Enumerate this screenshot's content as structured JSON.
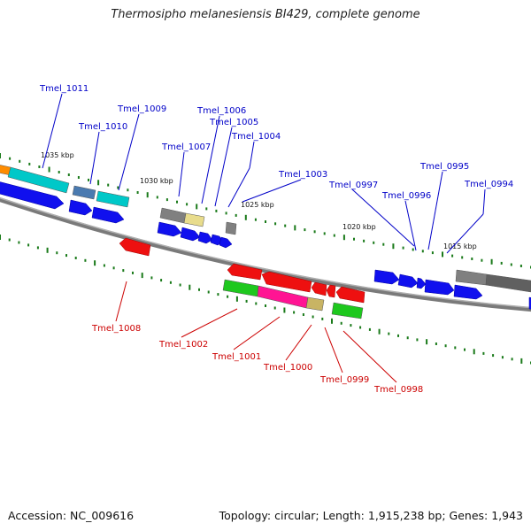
{
  "title": "Thermosipho melanesiensis BI429, complete genome",
  "footer": {
    "accession": "Accession: NC_009616",
    "summary": "Topology: circular; Length: 1,915,238 bp; Genes: 1,943"
  },
  "colors": {
    "forward_label": "#0000c8",
    "reverse_label": "#cc0000",
    "backbone": "#8c8c8c",
    "tick": "#1a7a1a"
  },
  "ruler": [
    {
      "label": "1035 kbp"
    },
    {
      "label": "1030 kbp"
    },
    {
      "label": "1025 kbp"
    },
    {
      "label": "1020 kbp"
    },
    {
      "label": "1015 kbp"
    }
  ],
  "genes_forward": [
    {
      "label": "Tmel_1011",
      "color": "#00c8c8"
    },
    {
      "label": "Tmel_1010",
      "color": "#4a7ab0"
    },
    {
      "label": "Tmel_1009",
      "color": "#00c8c8"
    },
    {
      "label": "Tmel_1007",
      "color": "#808080"
    },
    {
      "label": "Tmel_1006",
      "color": "#e8dc8c"
    },
    {
      "label": "Tmel_1005",
      "color": "#e8dc8c"
    },
    {
      "label": "Tmel_1004",
      "color": "#808080"
    },
    {
      "label": "Tmel_1003",
      "color": "#808080"
    },
    {
      "label": "Tmel_0997",
      "color": "#808080"
    },
    {
      "label": "Tmel_0996",
      "color": "#808080"
    },
    {
      "label": "Tmel_0995",
      "color": "#808080"
    },
    {
      "label": "Tmel_0994",
      "color": "#808080"
    }
  ],
  "genes_reverse": [
    {
      "label": "Tmel_1008",
      "color": "#ff0000"
    },
    {
      "label": "Tmel_1002",
      "color": "#ff0000"
    },
    {
      "label": "Tmel_1001",
      "color": "#ff1493"
    },
    {
      "label": "Tmel_1000",
      "color": "#c8b464"
    },
    {
      "label": "Tmel_0999",
      "color": "#ff0000"
    },
    {
      "label": "Tmel_0998",
      "color": "#00c800"
    }
  ]
}
